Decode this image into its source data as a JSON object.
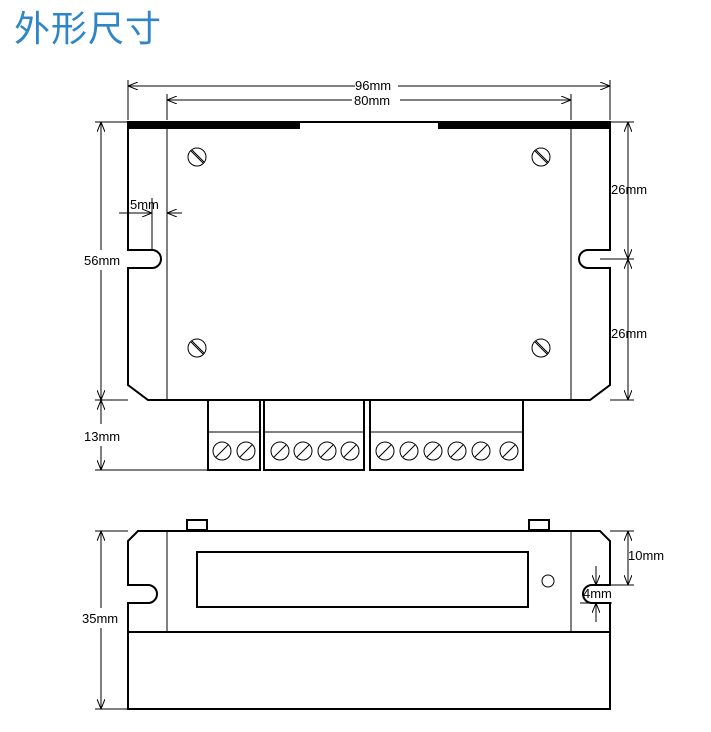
{
  "title": "外形尺寸",
  "dimensions": {
    "total_width": "96mm",
    "mount_width": "80mm",
    "height": "56mm",
    "slot_offset": "5mm",
    "top_to_slot": "26mm",
    "slot_to_bottom": "26mm",
    "terminal_depth": "13mm",
    "side_height": "35mm",
    "slot_from_top": "10mm",
    "slot_width": "4mm"
  },
  "colors": {
    "title": "#2e86c9",
    "line": "#000000"
  }
}
